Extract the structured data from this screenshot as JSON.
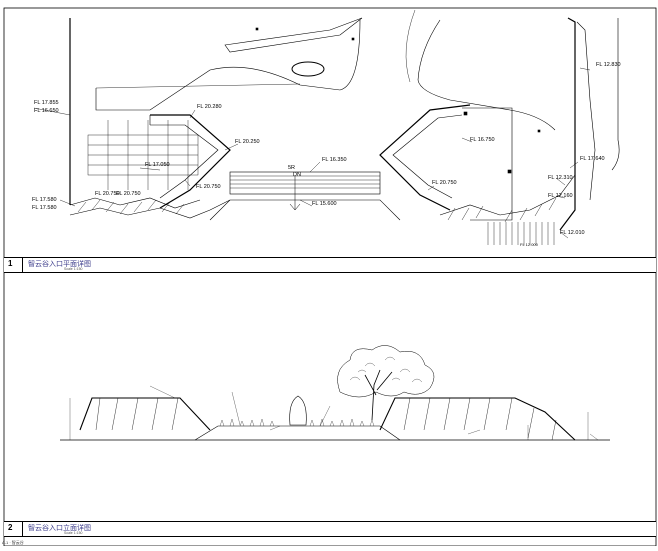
{
  "plan": {
    "panel_number": "1",
    "title": "智云谷入口平面详图",
    "scale": "Scale 1:150",
    "labels": {
      "fl_17855": "FL 17.855",
      "fl_16650": "FL 16.650",
      "fl_20280": "FL 20.280",
      "fl_20250": "FL 20.250",
      "fl_17050": "FL 17.050",
      "fl_20750_a": "FL 20.750",
      "fl_20750_b": "FL 20.750",
      "fl_20750_c": "FL 20.750",
      "fl_20750_d": "FL 20.750",
      "fl_17580_a": "FL 17.580",
      "fl_17580_b": "FL 17.580",
      "fl_16350": "FL 16.350",
      "fl_15600": "FL 15.600",
      "fl_16750": "FL 16.750",
      "fl_12830": "FL 12.830",
      "fl_17640": "FL 17.640",
      "fl_12310": "FL 12.310",
      "fl_12160": "FL 12.160",
      "fl_12010": "FL 12.010",
      "fl_12000": "FL 12.000",
      "ramp_5r": "5R",
      "ramp_dn": "DN"
    }
  },
  "elevation": {
    "panel_number": "2",
    "title": "智云谷入口立面详图",
    "scale": "Scale 1:150"
  },
  "footer": {
    "stamp": "A-1 · 智云谷"
  },
  "colors": {
    "line": "#000000",
    "label": "#000000",
    "title": "#3a3a8a"
  }
}
